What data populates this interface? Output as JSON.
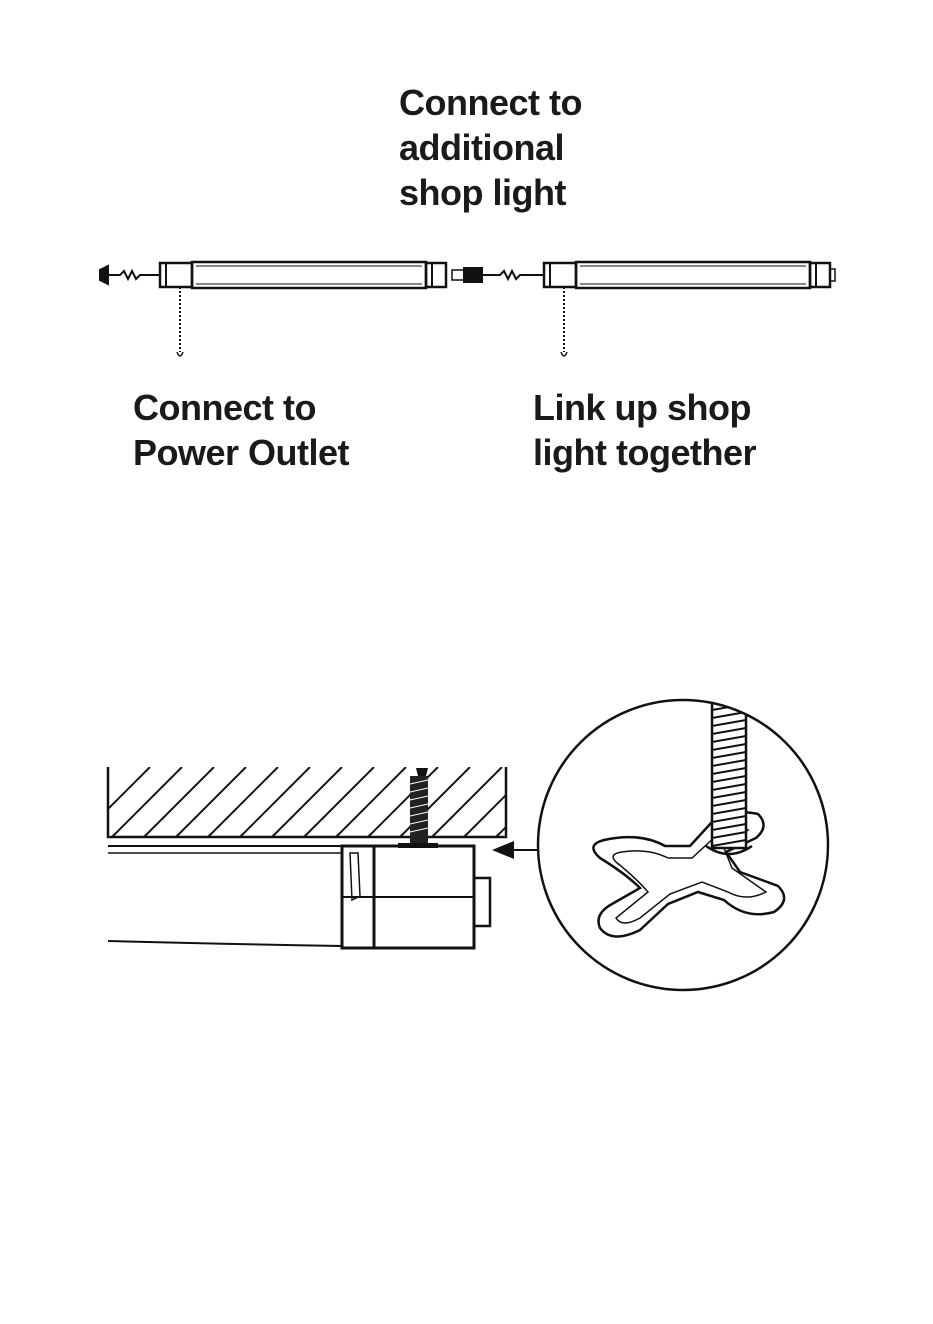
{
  "labels": {
    "additional": [
      "Connect to",
      "additional",
      "shop light"
    ],
    "power": [
      "Connect to",
      "Power Outlet"
    ],
    "link": [
      "Link up shop",
      "light together"
    ]
  }
}
